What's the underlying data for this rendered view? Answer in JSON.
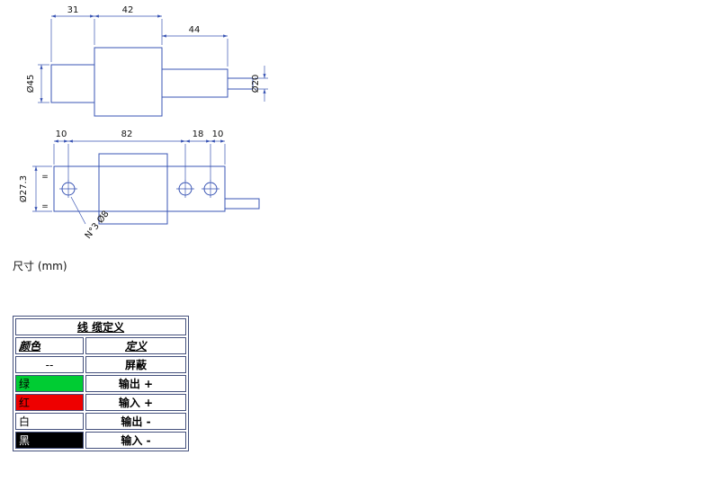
{
  "drawing": {
    "caption": "尺寸 (mm)",
    "top_view": {
      "d31": "31",
      "d42": "42",
      "d44": "44",
      "dia_left": "Ø45",
      "dia_right": "Ø20"
    },
    "bottom_view": {
      "d10_left": "10",
      "d82": "82",
      "d18": "18",
      "d10_right": "10",
      "dia_left": "Ø27.3",
      "holes_note": "N°3 Ø8",
      "eq_top": "=",
      "eq_bottom": "="
    },
    "line_color": "#3a55b4"
  },
  "cable_table": {
    "title": "线 缆定义",
    "columns": {
      "color": "颜色",
      "definition": "定义"
    },
    "rows": [
      {
        "color_label": "--",
        "definition": "屏蔽",
        "swatch": "#ffffff",
        "text_color": "#000000"
      },
      {
        "color_label": "绿",
        "definition": "输出 +",
        "swatch": "#00cc33",
        "text_color": "#000000"
      },
      {
        "color_label": "红",
        "definition": "输入 +",
        "swatch": "#ee0000",
        "text_color": "#000000"
      },
      {
        "color_label": "白",
        "definition": "输出 -",
        "swatch": "#ffffff",
        "text_color": "#000000"
      },
      {
        "color_label": "黑",
        "definition": "输入 -",
        "swatch": "#000000",
        "text_color": "#ffffff"
      }
    ]
  }
}
